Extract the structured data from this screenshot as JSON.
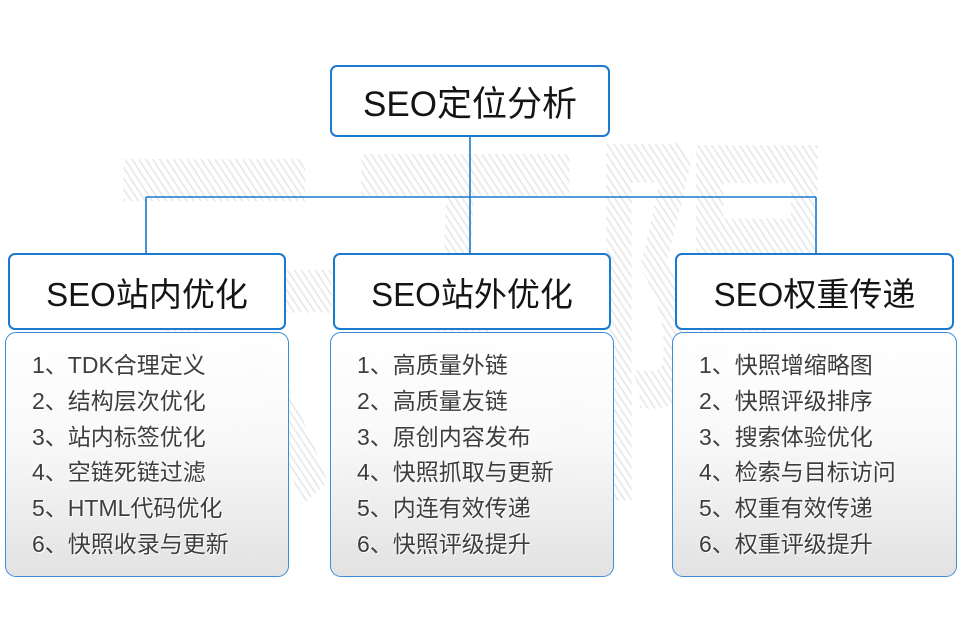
{
  "diagram": {
    "title": "SEO定位分析",
    "watermark": "云无限",
    "accent_color": "#1b79d0",
    "columns": [
      {
        "title": "SEO站内优化",
        "items": [
          "1、TDK合理定义",
          "2、结构层次优化",
          "3、站内标签优化",
          "4、空链死链过滤",
          "5、HTML代码优化",
          "6、快照收录与更新"
        ]
      },
      {
        "title": "SEO站外优化",
        "items": [
          "1、高质量外链",
          "2、高质量友链",
          "3、原创内容发布",
          "4、快照抓取与更新",
          "5、内连有效传递",
          "6、快照评级提升"
        ]
      },
      {
        "title": "SEO权重传递",
        "items": [
          "1、快照增缩略图",
          "2、快照评级排序",
          "3、搜索体验优化",
          "4、检索与目标访问",
          "5、权重有效传递",
          "6、权重评级提升"
        ]
      }
    ]
  }
}
